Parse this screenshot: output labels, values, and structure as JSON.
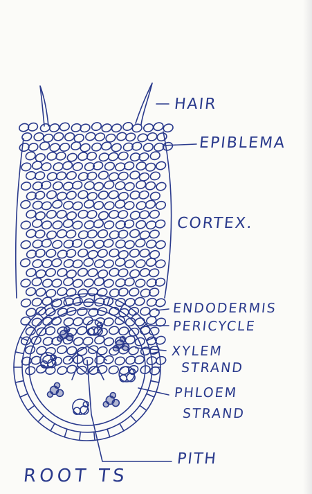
{
  "diagram": {
    "caption": "ROOT TS",
    "labels": {
      "hair": "HAIR",
      "epiblema": "EPIBLEMA",
      "cortex": "CORTEX.",
      "endodermis": "ENDODERMIS",
      "pericycle": "PERICYCLE",
      "xylem_1": "XYLEM",
      "xylem_2": "STRAND",
      "phloem_1": "PHLOEM",
      "phloem_2": "STRAND",
      "pith": "PITH"
    },
    "colors": {
      "ink": "#2a3a8c",
      "paper": "#fbfbf8"
    }
  }
}
